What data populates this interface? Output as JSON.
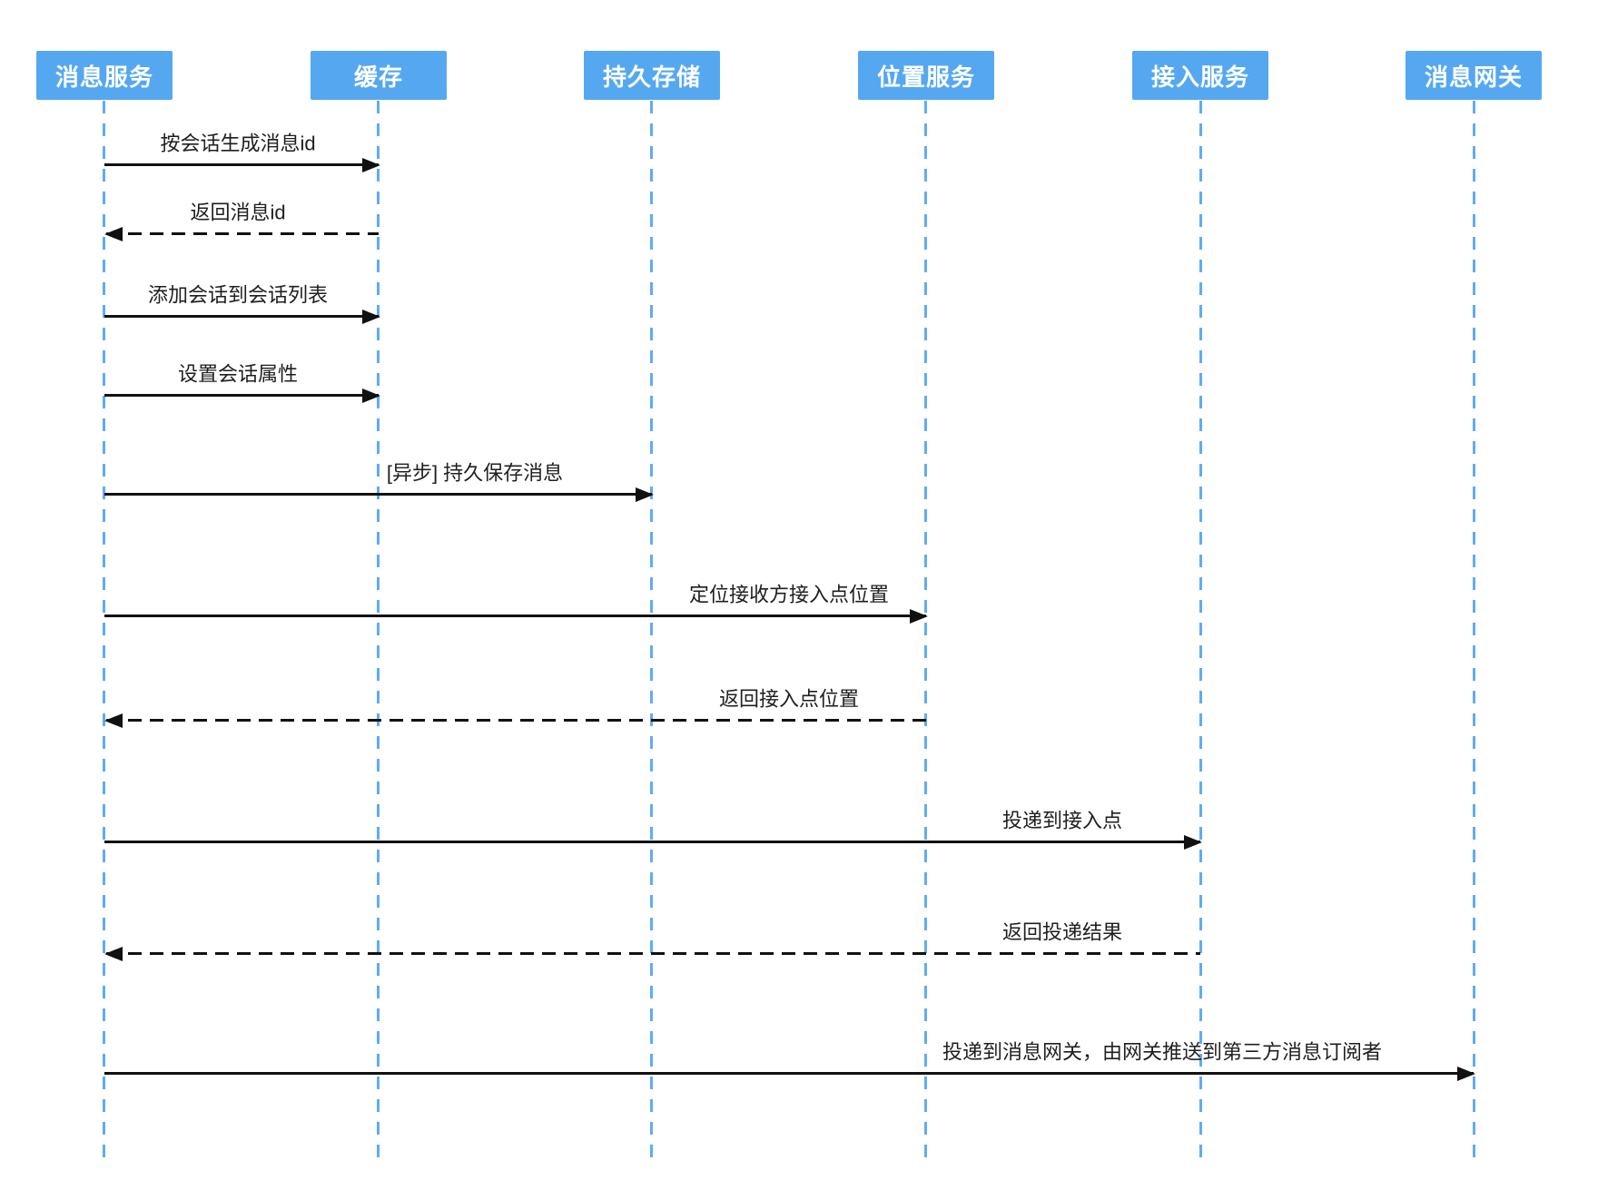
{
  "diagram": {
    "type": "sequence",
    "participants": [
      {
        "label": "消息服务"
      },
      {
        "label": "缓存"
      },
      {
        "label": "持久存储"
      },
      {
        "label": "位置服务"
      },
      {
        "label": "接入服务"
      },
      {
        "label": "消息网关"
      }
    ],
    "messages": [
      {
        "label": "按会话生成消息id",
        "from": "消息服务",
        "to": "缓存",
        "line": "solid"
      },
      {
        "label": "返回消息id",
        "from": "缓存",
        "to": "消息服务",
        "line": "dashed"
      },
      {
        "label": "添加会话到会话列表",
        "from": "消息服务",
        "to": "缓存",
        "line": "solid"
      },
      {
        "label": "设置会话属性",
        "from": "消息服务",
        "to": "缓存",
        "line": "solid"
      },
      {
        "label": "[异步] 持久保存消息",
        "from": "消息服务",
        "to": "持久存储",
        "line": "solid"
      },
      {
        "label": "定位接收方接入点位置",
        "from": "消息服务",
        "to": "位置服务",
        "line": "solid"
      },
      {
        "label": "返回接入点位置",
        "from": "位置服务",
        "to": "消息服务",
        "line": "dashed"
      },
      {
        "label": "投递到接入点",
        "from": "消息服务",
        "to": "接入服务",
        "line": "solid"
      },
      {
        "label": "返回投递结果",
        "from": "接入服务",
        "to": "消息服务",
        "line": "dashed"
      },
      {
        "label": "投递到消息网关，由网关推送到第三方消息订阅者",
        "from": "消息服务",
        "to": "消息网关",
        "line": "solid"
      }
    ],
    "colors": {
      "participant_fill": "#55a8f0",
      "participant_text": "#ffffff",
      "lifeline": "#5facf3",
      "arrow": "#111111",
      "label_text": "#1f1f1f",
      "background": "#ffffff"
    }
  }
}
